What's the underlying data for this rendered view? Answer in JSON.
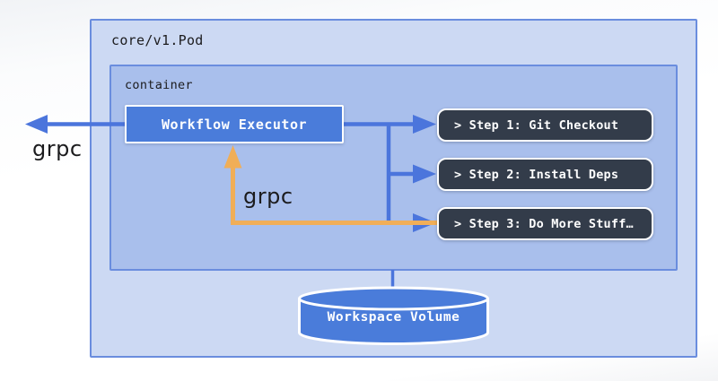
{
  "diagram": {
    "pod": {
      "label": "core/v1.Pod"
    },
    "container": {
      "label": "container"
    },
    "executor": {
      "label": "Workflow Executor"
    },
    "steps": [
      {
        "label": "> Step 1: Git Checkout"
      },
      {
        "label": "> Step 2: Install Deps"
      },
      {
        "label": "> Step 3: Do More Stuff…"
      }
    ],
    "volume": {
      "label": "Workspace Volume"
    },
    "edges": {
      "grpc_out_label": "grpc",
      "grpc_internal_label": "grpc"
    },
    "colors": {
      "pod_fill": "#ccd9f3",
      "pod_border": "#6a8dde",
      "container_fill": "#a9bfec",
      "executor_fill": "#4a7cda",
      "step_fill": "#333c4a",
      "blue_arrow": "#4b75dc",
      "orange_arrow": "#f0ae58",
      "text_dark": "#1c1c1e",
      "text_light": "#ffffff"
    }
  }
}
